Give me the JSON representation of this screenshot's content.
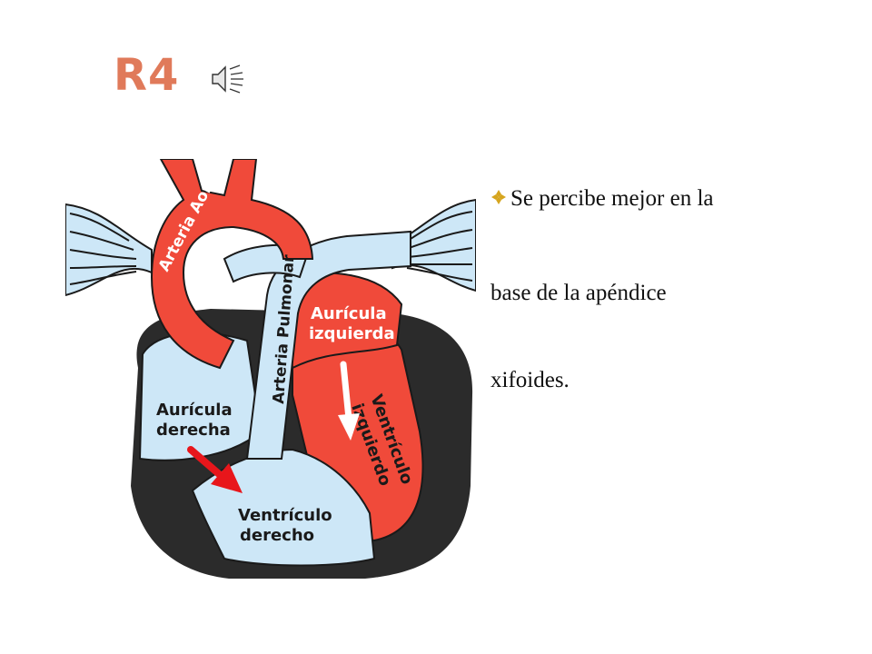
{
  "slide": {
    "title": "R4",
    "bullet_lines": [
      "Se percibe mejor en la",
      "base de la apéndice",
      "xifoides."
    ]
  },
  "diagram": {
    "labels": {
      "aorta": "Arteria Aorta",
      "pulmonar": "Arteria Pulmonar",
      "auricula_izquierda_1": "Aurícula",
      "auricula_izquierda_2": "izquierda",
      "auricula_derecha_1": "Aurícula",
      "auricula_derecha_2": "derecha",
      "ventriculo_izquierdo_1": "Ventrículo",
      "ventriculo_izquierdo_2": "izquierdo",
      "ventriculo_derecho_1": "Ventrículo",
      "ventriculo_derecho_2": "derecho"
    }
  },
  "colors": {
    "title": "#e07a5a",
    "oxygenated": "#f04a3a",
    "deoxygenated": "#cde7f7",
    "wall": "#2b2b2b",
    "arrow_red": "#e8161b",
    "arrow_white": "#ffffff"
  },
  "icons": {
    "speaker": "speaker-icon",
    "bullet": "diamond-bullet-icon"
  }
}
